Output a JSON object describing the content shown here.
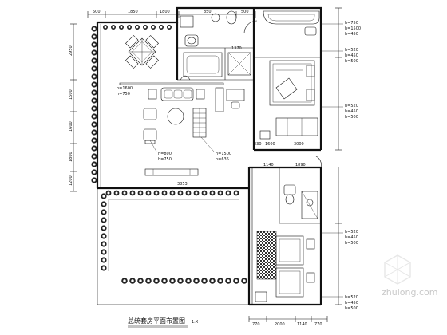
{
  "title": "总统套房平面布置图",
  "scale": "1:X",
  "watermark": "zhulong.com",
  "dims_top": [
    "500",
    "1850",
    "1800",
    "850",
    "500"
  ],
  "dims_left": [
    "2950",
    "1500",
    "1600",
    "1800",
    "1200"
  ],
  "dims_bottom": [
    "770",
    "2000",
    "1140",
    "770"
  ],
  "dims_mid": {
    "floor_a": "1140",
    "floor_b": "1890",
    "living_w": "3853",
    "bed_w": "3000",
    "wc": "1370",
    "gap": "430",
    "k": "1600"
  },
  "fixture_notes": {
    "a1": "h=750",
    "a2": "h=1500",
    "a3": "h=450",
    "b1": "h=520",
    "b2": "h=450",
    "b3": "h=500",
    "c1": "h=520",
    "c2": "h=450",
    "c3": "h=500",
    "d1": "h=520",
    "d2": "h=450",
    "d3": "h=500",
    "e1": "h=520",
    "e2": "h=450",
    "e3": "h=500",
    "f1": "h=1600",
    "f2": "h=750",
    "g1": "h=800",
    "g2": "h=750",
    "h1": "h=1500",
    "h2": "h=635"
  },
  "colors": {
    "line": "#111111",
    "bg": "#ffffff",
    "watermark": "#cfcfcf"
  }
}
